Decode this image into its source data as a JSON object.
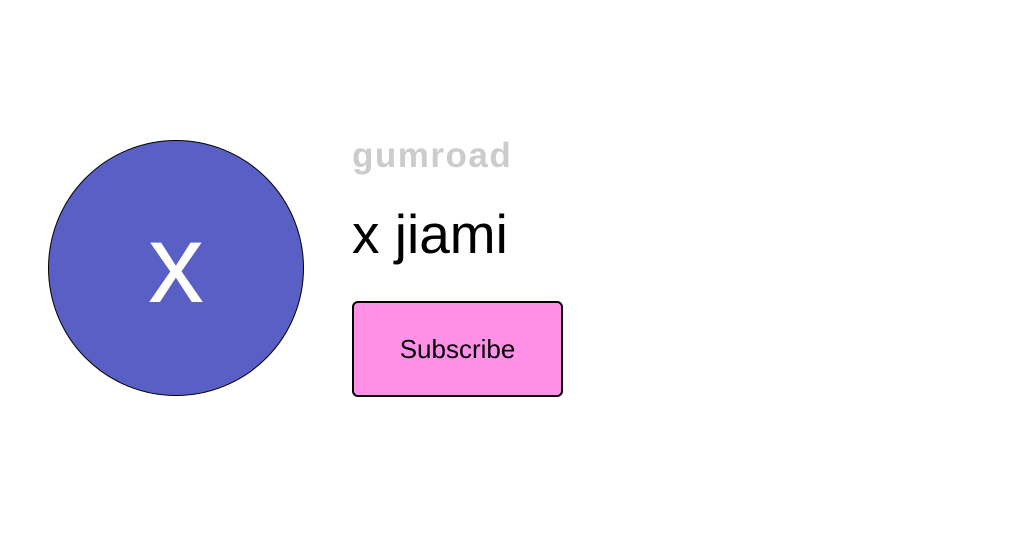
{
  "brand": {
    "logo_text": "Gumroad"
  },
  "profile": {
    "avatar_letter": "x",
    "name": "x jiami"
  },
  "actions": {
    "subscribe_label": "Subscribe"
  },
  "colors": {
    "avatar_bg": "#5a5fc5",
    "button_pink": "#ff90e8",
    "logo_gray": "#cccccc"
  }
}
